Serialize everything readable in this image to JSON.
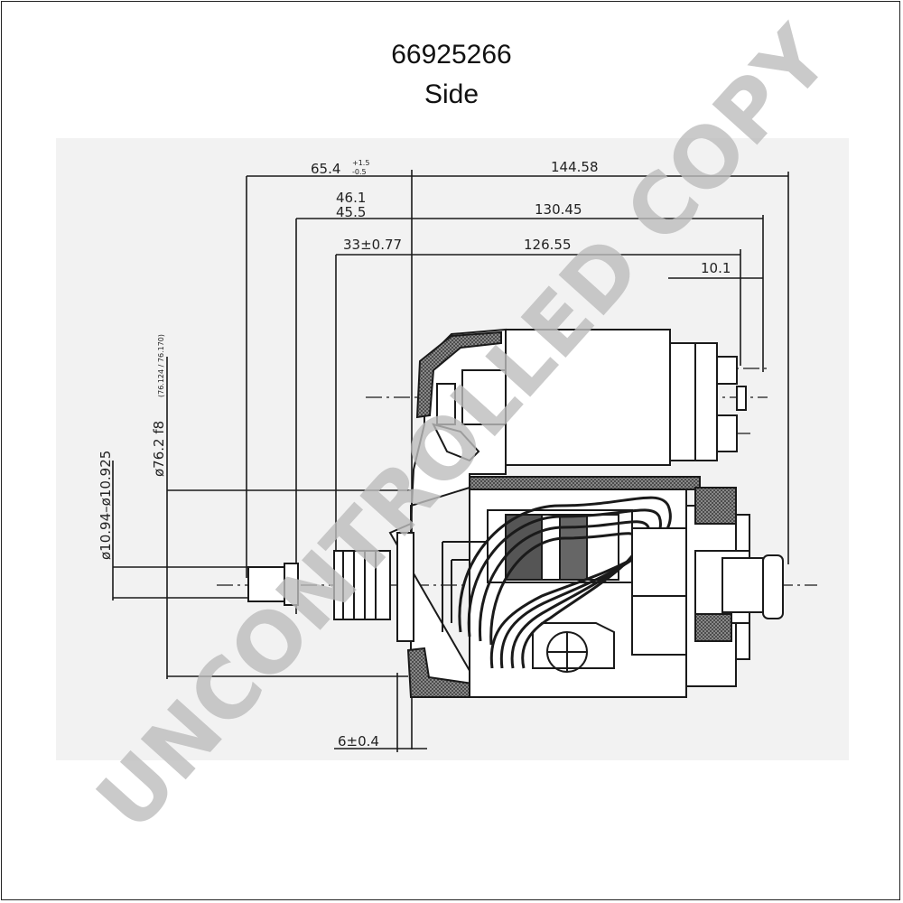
{
  "header": {
    "part_number": "66925266",
    "view": "Side"
  },
  "dimensions": {
    "overall_length": "144.58",
    "flange_to_gear_end": "65.4",
    "flange_to_gear_end_tol_upper": "+1.5",
    "flange_to_gear_end_tol_lower": "-0.5",
    "pinion_offset_max": "46.1",
    "pinion_offset_min": "45.5",
    "body_length": "130.45",
    "pinion_position": "33±0.77",
    "solenoid_length": "126.55",
    "terminal_offset": "10.1",
    "flange_diameter": "ø76.2  f8",
    "flange_diameter_fit": "(76.124 / 76.170)",
    "shaft_diameter": "ø10.94–ø10.925",
    "flange_thickness": "6±0.4"
  },
  "watermark": "UNCONTROLLED COPY",
  "colors": {
    "paper": "#f2f2f2",
    "ink": "#1a1a1a",
    "watermark": "#bdbdbd"
  }
}
